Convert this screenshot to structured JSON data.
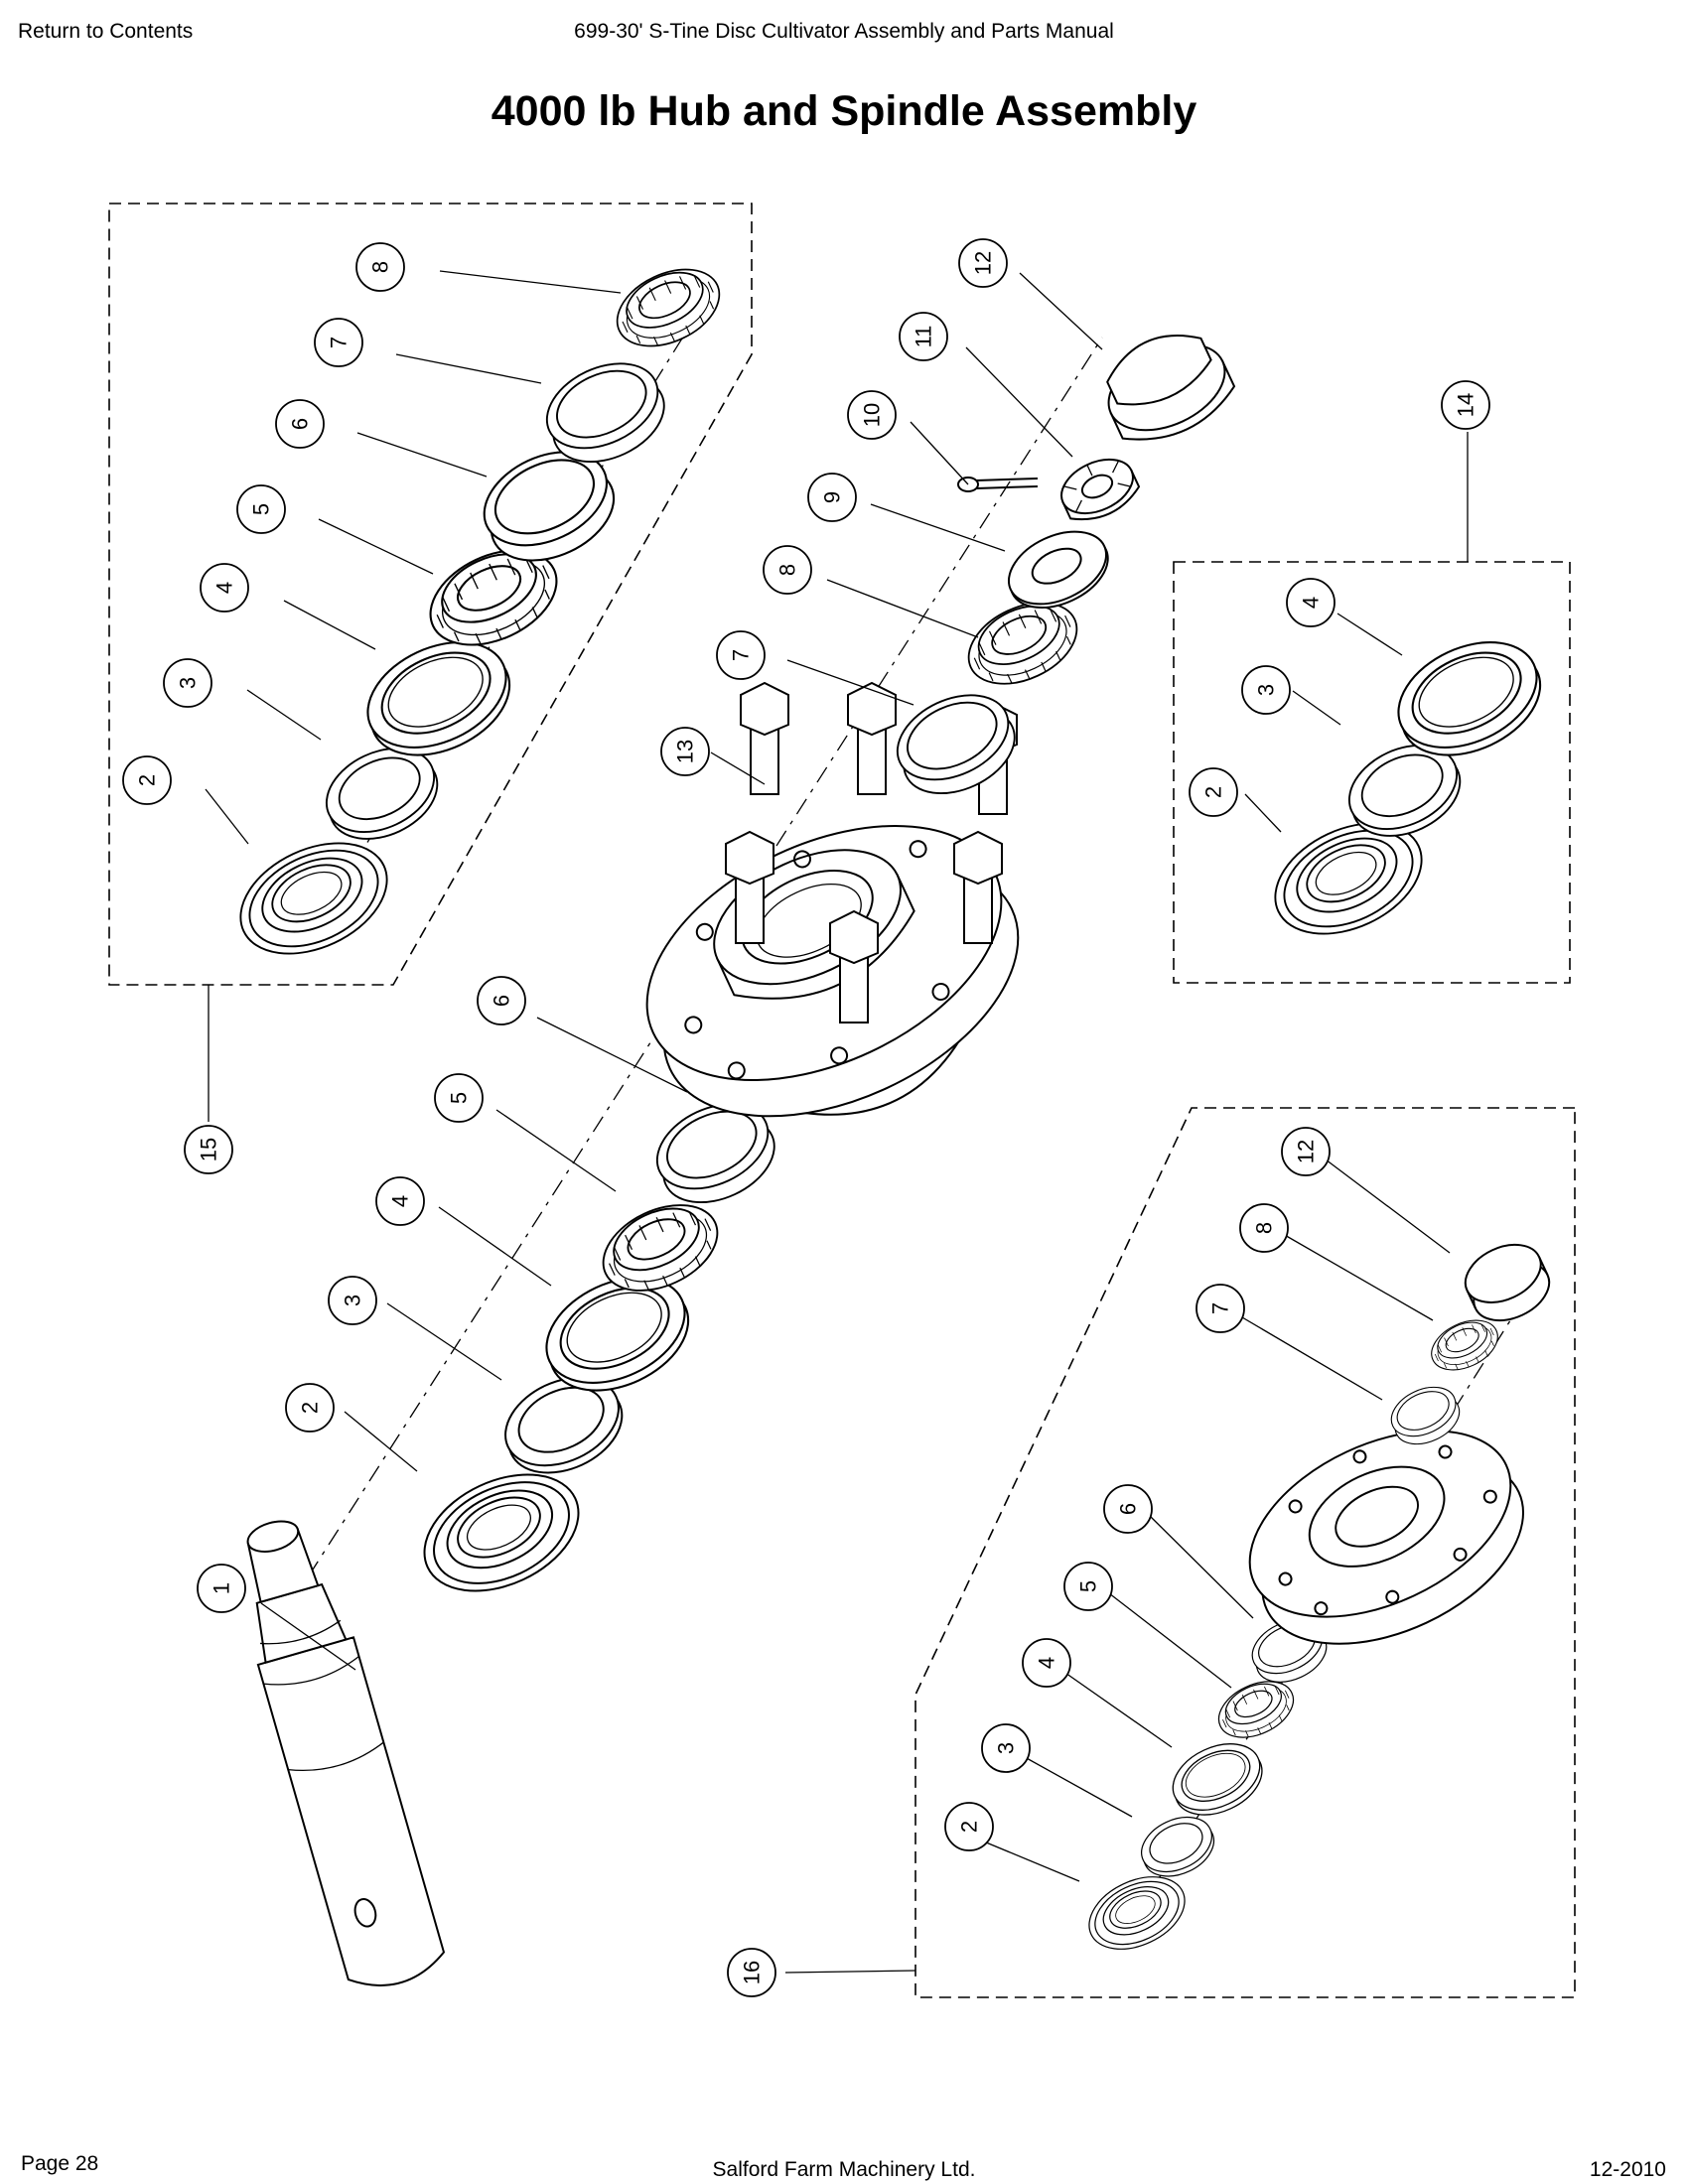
{
  "header": {
    "return_link": "Return to Contents",
    "manual_title": "699-30' S-Tine Disc Cultivator Assembly and Parts Manual"
  },
  "title": "4000 lb Hub and Spindle Assembly",
  "footer": {
    "page": "Page 28",
    "company": "Salford Farm Machinery Ltd.",
    "date": "12-2010"
  },
  "callouts": {
    "main": [
      "1",
      "2",
      "3",
      "4",
      "5",
      "6",
      "7",
      "8",
      "9",
      "10",
      "11",
      "12",
      "13"
    ],
    "kit_15": [
      "2",
      "3",
      "4",
      "5",
      "6",
      "7",
      "8",
      "15"
    ],
    "kit_14": [
      "2",
      "3",
      "4",
      "14"
    ],
    "kit_16": [
      "2",
      "3",
      "4",
      "5",
      "6",
      "7",
      "8",
      "12",
      "16"
    ]
  }
}
